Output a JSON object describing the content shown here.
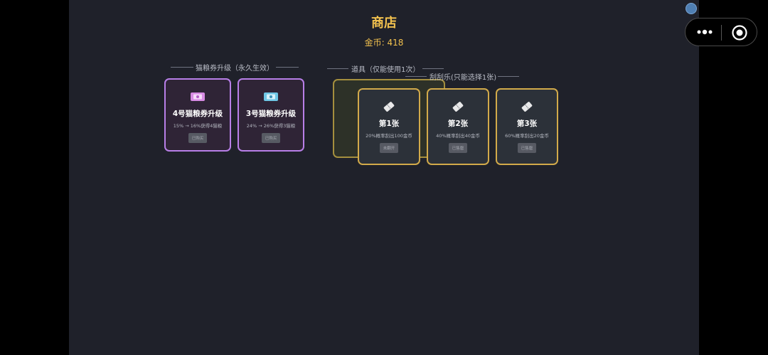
{
  "shop": {
    "title": "商店",
    "coins": "金币: 418"
  },
  "sections": {
    "upgrade_label": "猫粮券升级（永久生效）",
    "props_label": "道具（仅能使用1次）",
    "scratch_label": "刮刮乐(只能选择1张)"
  },
  "upgrades": [
    {
      "name": "4号猫粮券升级",
      "desc": "15% → 16%获得4猫粮",
      "button": "已购买",
      "icon": "purple-ticket-icon",
      "color": "#d78be3"
    },
    {
      "name": "3号猫粮券升级",
      "desc": "24% → 26%获得3猫粮",
      "button": "已购买",
      "icon": "blue-ticket-icon",
      "color": "#6fc7e6"
    }
  ],
  "scratch_cards": [
    {
      "name": "第1张",
      "desc": "20%概率刮出100金币",
      "button": "未翻开",
      "icon": "scratch-ticket-icon"
    },
    {
      "name": "第2张",
      "desc": "40%概率刮出40金币",
      "button": "已售罄",
      "icon": "scratch-ticket-icon"
    },
    {
      "name": "第3张",
      "desc": "60%概率刮出20金币",
      "button": "已售罄",
      "icon": "scratch-ticket-icon"
    }
  ],
  "colors": {
    "accent": "#f2c14e",
    "upgrade_border": "#b87fe8",
    "ticket_border": "#d2aa4a",
    "background": "#1f212a"
  }
}
